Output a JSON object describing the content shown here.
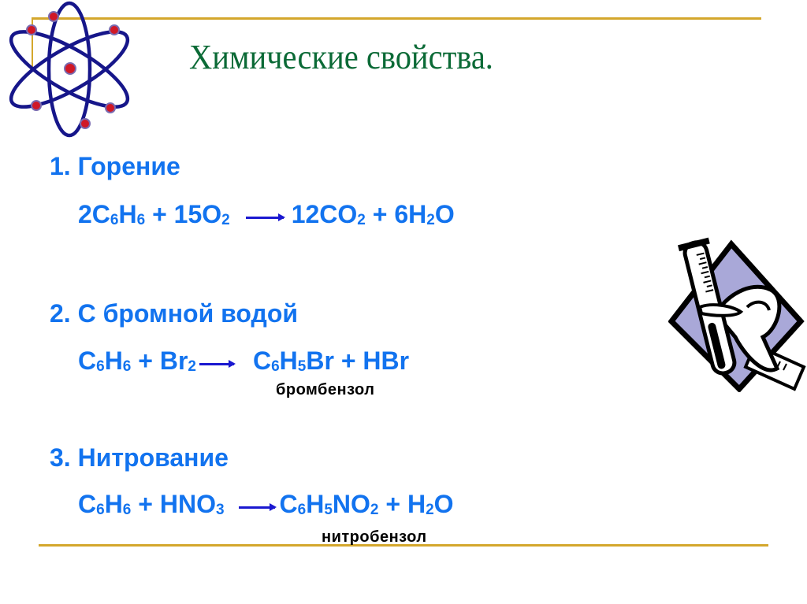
{
  "slide": {
    "title": "Химические свойства.",
    "sections": [
      {
        "heading": "1. Горение",
        "equation": {
          "left": [
            "2C",
            "6",
            "H",
            "6",
            " + 15O",
            "2"
          ],
          "right": [
            "12CO",
            "2",
            " + 6H",
            "2",
            "O"
          ]
        }
      },
      {
        "heading": "2. С бромной водой",
        "equation": {
          "left": [
            "C",
            "6",
            "H",
            "6",
            " + Br",
            "2"
          ],
          "right": [
            "C",
            "6",
            "H",
            "5",
            "Br + HBr"
          ]
        },
        "product_label": "бромбензол"
      },
      {
        "heading": "3. Нитрование",
        "equation": {
          "left": [
            "C",
            "6",
            "H",
            "6",
            " + HNO",
            "3"
          ],
          "right": [
            "C",
            "6",
            "H",
            "5",
            "NO",
            "2",
            " + H",
            "2",
            "O"
          ]
        },
        "product_label": "нитробензол"
      }
    ],
    "icons": {
      "top_left": "atom-icon",
      "right": "test-tube-in-hand-icon"
    },
    "colors": {
      "title": "#0b6a36",
      "text": "#1273ef",
      "arrow": "#1a18d0",
      "rule": "#d4a72c",
      "label": "#000000"
    }
  }
}
